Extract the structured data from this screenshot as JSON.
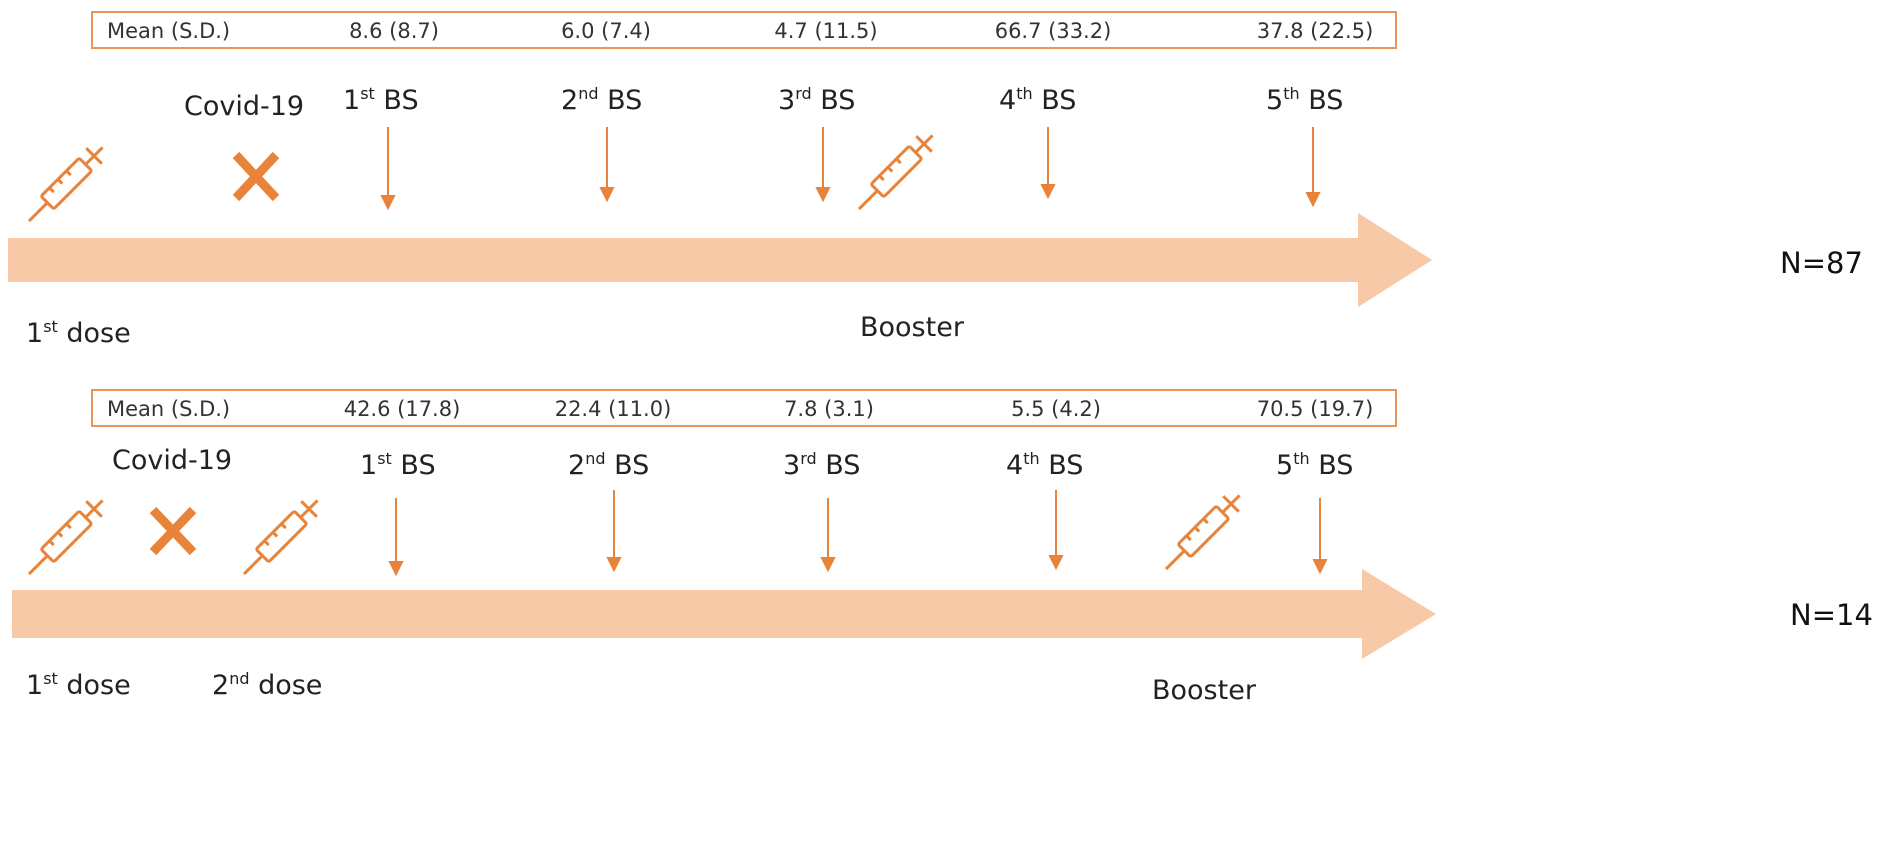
{
  "colors": {
    "arrow": "#f7c9a7",
    "accent": "#e8833a",
    "border": "#e8955c"
  },
  "panels": [
    {
      "mean_label": "Mean (S.D.)",
      "means": [
        "8.6 (8.7)",
        "6.0 (7.4)",
        "4.7 (11.5)",
        "66.7 (33.2)",
        "37.8 (22.5)"
      ],
      "covid_label": "Covid-19",
      "bs": [
        {
          "num": "1",
          "sup": "st",
          "text": "BS"
        },
        {
          "num": "2",
          "sup": "nd",
          "text": "BS"
        },
        {
          "num": "3",
          "sup": "rd",
          "text": "BS"
        },
        {
          "num": "4",
          "sup": "th",
          "text": "BS"
        },
        {
          "num": "5",
          "sup": "th",
          "text": "BS"
        }
      ],
      "doses": [
        {
          "num": "1",
          "sup": "st",
          "text": "dose"
        }
      ],
      "booster": "Booster",
      "n": "N=87",
      "icons": [
        "syringe-icon",
        "cross-icon",
        "syringe-icon"
      ]
    },
    {
      "mean_label": "Mean (S.D.)",
      "means": [
        "42.6 (17.8)",
        "22.4 (11.0)",
        "7.8 (3.1)",
        "5.5 (4.2)",
        "70.5 (19.7)"
      ],
      "covid_label": "Covid-19",
      "bs": [
        {
          "num": "1",
          "sup": "st",
          "text": "BS"
        },
        {
          "num": "2",
          "sup": "nd",
          "text": "BS"
        },
        {
          "num": "3",
          "sup": "rd",
          "text": "BS"
        },
        {
          "num": "4",
          "sup": "th",
          "text": "BS"
        },
        {
          "num": "5",
          "sup": "th",
          "text": "BS"
        }
      ],
      "doses": [
        {
          "num": "1",
          "sup": "st",
          "text": "dose"
        },
        {
          "num": "2",
          "sup": "nd",
          "text": "dose"
        }
      ],
      "booster": "Booster",
      "n": "N=14",
      "icons": [
        "syringe-icon",
        "cross-icon",
        "syringe-icon",
        "syringe-icon"
      ]
    }
  ]
}
